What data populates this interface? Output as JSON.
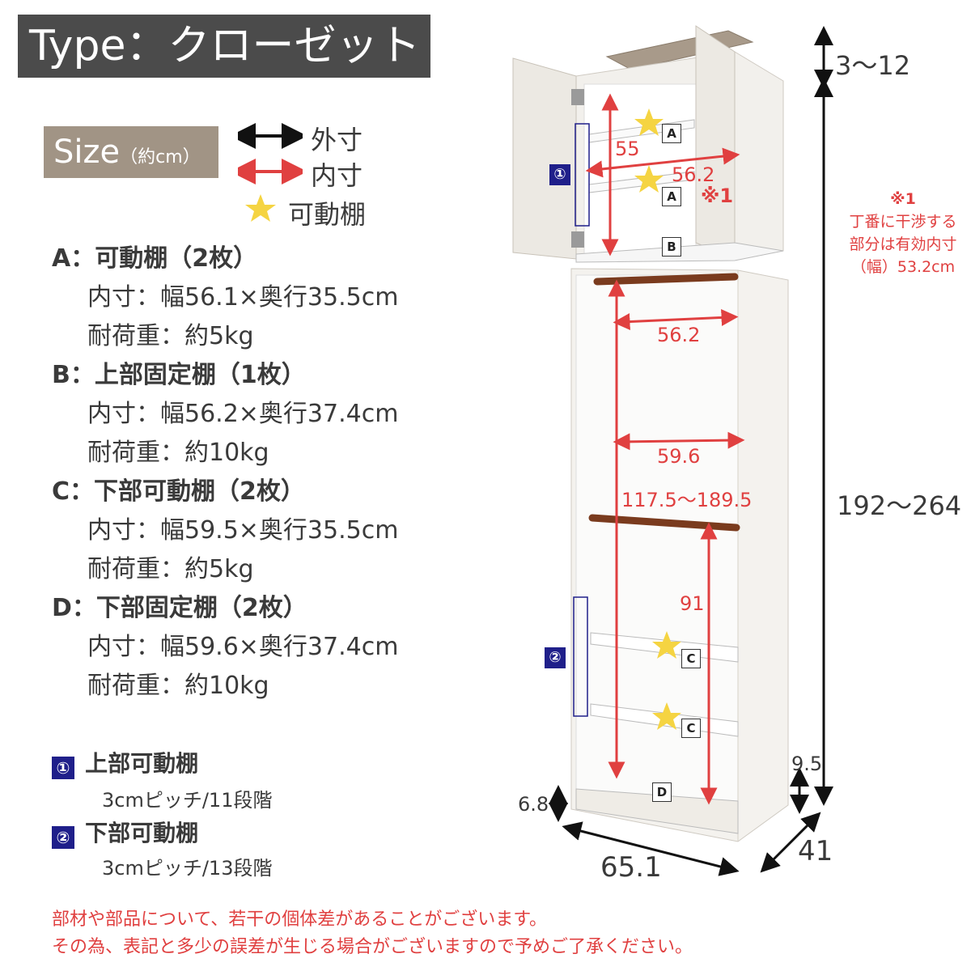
{
  "title": "Type：クローゼット",
  "size_label": {
    "main": "Size",
    "unit": "（約cm）"
  },
  "legend": [
    {
      "label": "外寸"
    },
    {
      "label": "内寸"
    },
    {
      "label": "可動棚"
    }
  ],
  "shelves": [
    {
      "head": "A：可動棚（2枚）",
      "dims": "内寸：幅56.1×奥行35.5cm",
      "load": "耐荷重：約5kg"
    },
    {
      "head": "B：上部固定棚（1枚）",
      "dims": "内寸：幅56.2×奥行37.4cm",
      "load": "耐荷重：約10kg"
    },
    {
      "head": "C：下部可動棚（2枚）",
      "dims": "内寸：幅59.5×奥行35.5cm",
      "load": "耐荷重：約5kg"
    },
    {
      "head": "D：下部固定棚（2枚）",
      "dims": "内寸：幅59.6×奥行37.4cm",
      "load": "耐荷重：約10kg"
    }
  ],
  "pitch": [
    {
      "badge": "①",
      "title": "上部可動棚",
      "desc": "3cmピッチ/11段階"
    },
    {
      "badge": "②",
      "title": "下部可動棚",
      "desc": "3cmピッチ/13段階"
    }
  ],
  "notes": [
    "部材や部品について、若干の個体差があることがございます。",
    "その為、表記と多少の誤差が生じる場合がございますので予めご了承ください。"
  ],
  "dimensions": {
    "top_gap": "3〜12",
    "total_height": "192〜264",
    "upper_height": "55",
    "upper_width": "56.2",
    "note_mark": "※1",
    "rod_width_top": "56.2",
    "lower_width": "59.6",
    "lower_height": "117.5〜189.5",
    "rod_to_bottom": "91",
    "base_height": "6.8",
    "bottom_right": "9.5",
    "width": "65.1",
    "depth": "41"
  },
  "note1": {
    "mark": "※1",
    "line1": "丁番に干渉する",
    "line2": "部分は有効内寸",
    "line3": "（幅）53.2cm"
  },
  "shelf_tags": {
    "a": "A",
    "b": "B",
    "c": "C",
    "d": "D"
  },
  "zone_badges": {
    "upper": "①",
    "lower": "②"
  },
  "colors": {
    "title_bg": "#4b4b4b",
    "size_bg": "#a19485",
    "red": "#e04040",
    "badge": "#1f1f8a",
    "star": "#f5d442",
    "rod": "#7a3b1e"
  }
}
